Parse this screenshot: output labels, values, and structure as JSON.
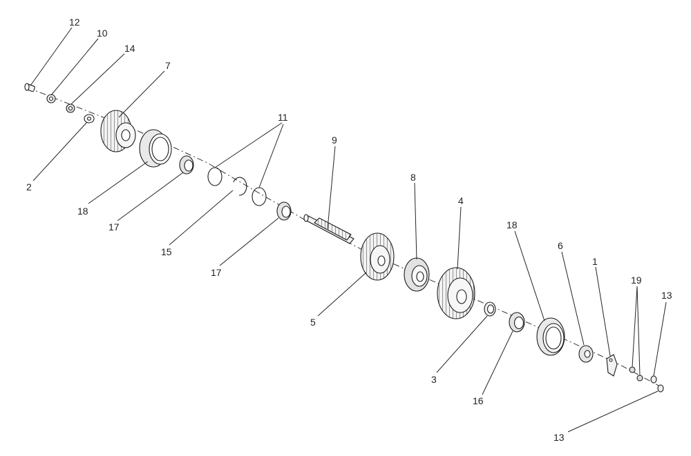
{
  "labels": {
    "c12": "12",
    "c10": "10",
    "c14": "14",
    "c7": "7",
    "c2": "2",
    "c11": "11",
    "c18a": "18",
    "c17a": "17",
    "c15": "15",
    "c17b": "17",
    "c9": "9",
    "c8": "8",
    "c4": "4",
    "c5": "5",
    "c18b": "18",
    "c6": "6",
    "c1": "1",
    "c19": "19",
    "c13a": "13",
    "c3": "3",
    "c16": "16",
    "c13b": "13"
  }
}
